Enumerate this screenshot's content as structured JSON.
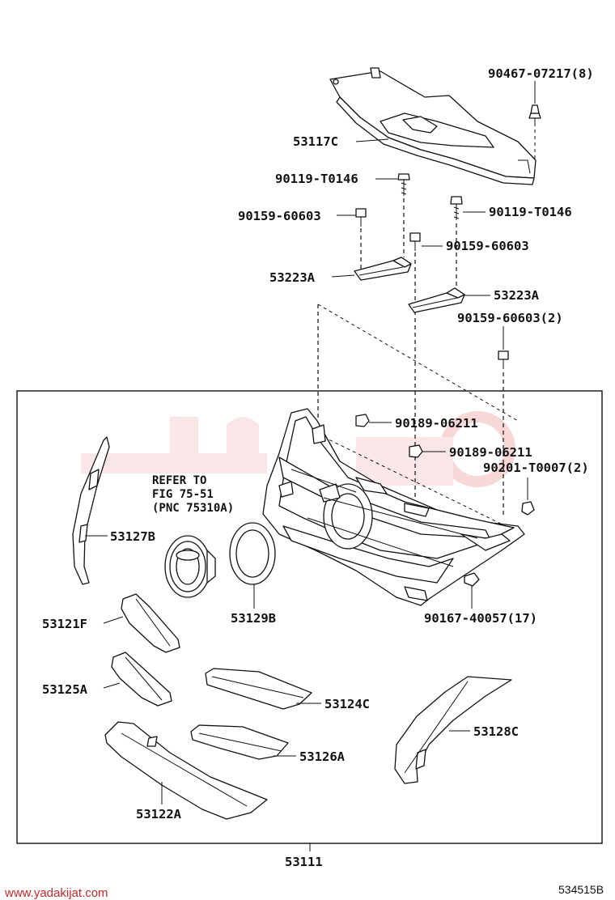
{
  "labels": {
    "clip_90467": "90467-07217(8)",
    "cover_53117c": "53117C",
    "bolt_90119_left": "90119-T0146",
    "screw_90159_left": "90159-60603",
    "bolt_90119_right": "90119-T0146",
    "screw_90159_mid": "90159-60603",
    "bracket_53223a_left": "53223A",
    "bracket_53223a_right": "53223A",
    "screw_90159_right": "90159-60603(2)",
    "nut_90189_a": "90189-06211",
    "nut_90189_b": "90189-06211",
    "nut_90201": "90201-T0007(2)",
    "refer_line1": "REFER TO",
    "refer_line2": "FIG 75-51",
    "refer_line3": "(PNC 75310A)",
    "molding_53127b": "53127B",
    "ring_53129b": "53129B",
    "clip_90167": "90167-40057(17)",
    "molding_53121f": "53121F",
    "molding_53125a": "53125A",
    "molding_53124c": "53124C",
    "molding_53128c": "53128C",
    "molding_53126a": "53126A",
    "molding_53122a": "53122A",
    "grille_53111": "53111"
  },
  "footer": {
    "website": "www.yadakijat.com",
    "diagram_code": "534515B"
  },
  "colors": {
    "line": "#111111",
    "footer_text": "#c62828",
    "watermark": "#f3c9c9"
  },
  "icons": {
    "emblem": "toyota-emblem-icon",
    "watermark": "yadakijat-logo-watermark"
  }
}
